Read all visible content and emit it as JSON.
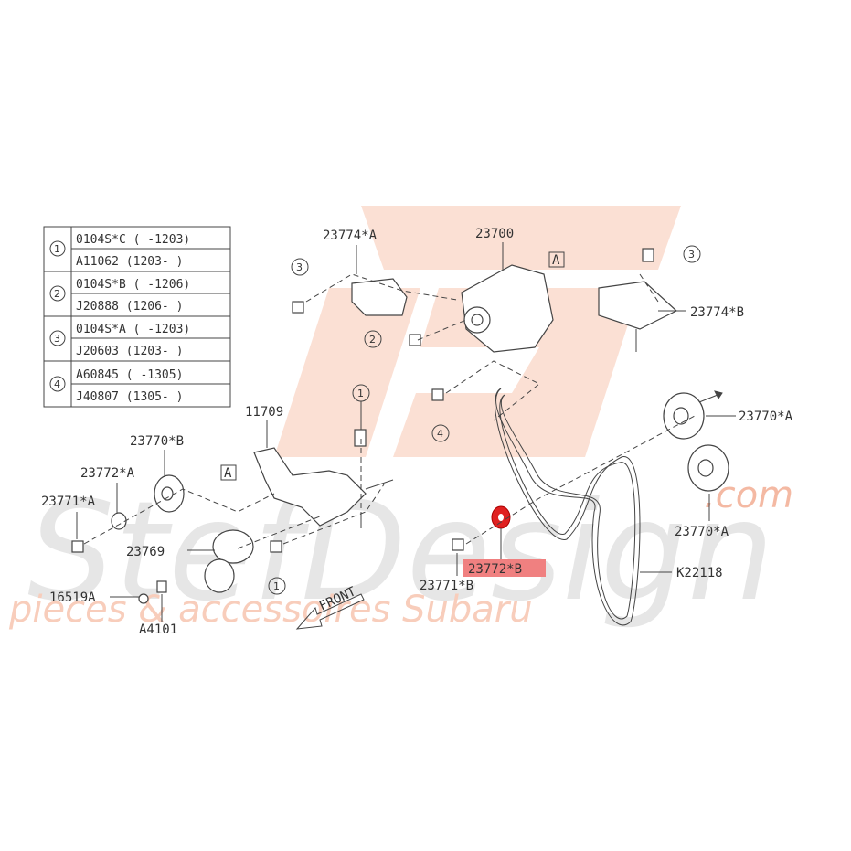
{
  "watermark": {
    "brand": "StefDesign",
    "tld": ".com",
    "tagline": "pieces & accessoires Subaru",
    "logo_color": "#f9d6c8",
    "brand_color": "#e4e4e4",
    "tagline_color": "#f7c9b6"
  },
  "legend_table": {
    "rows": [
      {
        "ref": "1",
        "parts": [
          "0104S*C ( -1203)",
          "A11062  (1203- )"
        ]
      },
      {
        "ref": "2",
        "parts": [
          "0104S*B ( -1206)",
          "J20888  (1206- )"
        ]
      },
      {
        "ref": "3",
        "parts": [
          "0104S*A ( -1203)",
          "J20603  (1203- )"
        ]
      },
      {
        "ref": "4",
        "parts": [
          "A60845  ( -1305)",
          "J40807  (1305- )"
        ]
      }
    ]
  },
  "labels": {
    "p23774A": "23774*A",
    "p23700": "23700",
    "p23774B": "23774*B",
    "p11709": "11709",
    "p23770B": "23770*B",
    "p23772A": "23772*A",
    "p23771A": "23771*A",
    "p23770A_top": "23770*A",
    "p23770A_bottom": "23770*A",
    "p23769": "23769",
    "p23771B": "23771*B",
    "p23772B": "23772*B",
    "pK22118": "K22118",
    "p16519A": "16519A",
    "pA4101": "A4101",
    "front": "FRONT",
    "ref_A": "A"
  },
  "callouts": {
    "c1": "1",
    "c2": "2",
    "c3": "3",
    "c4": "4"
  },
  "highlight_color": "#f08080"
}
